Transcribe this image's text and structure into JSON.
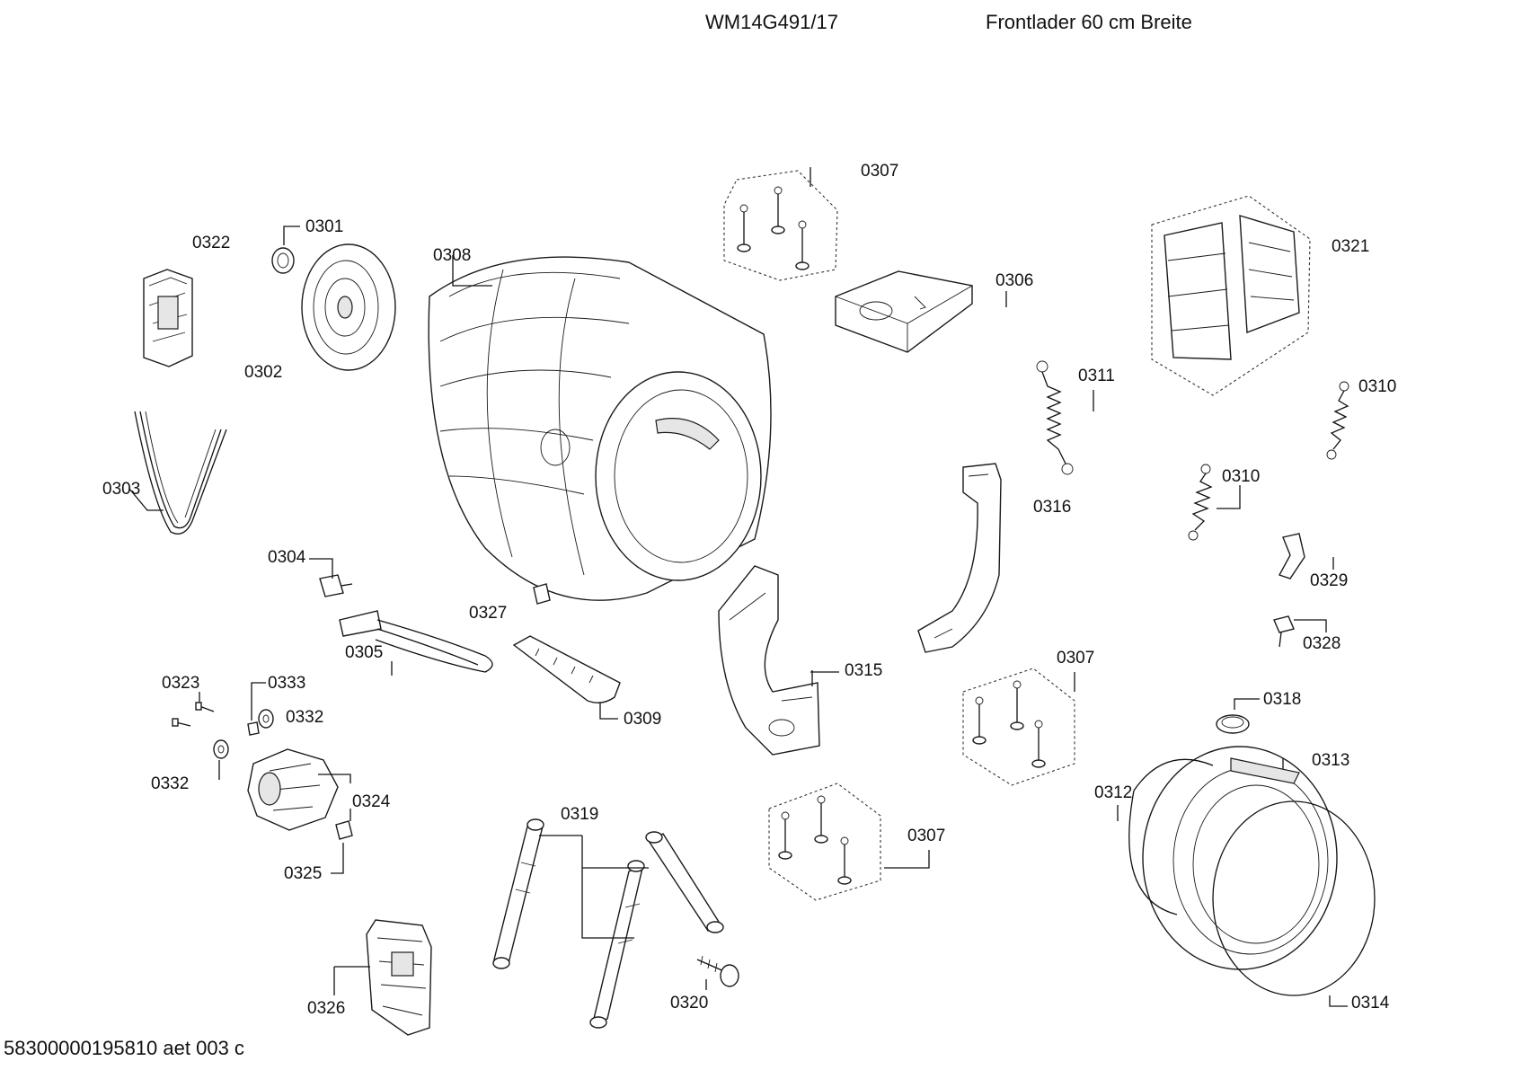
{
  "header": {
    "model": "WM14G491/17",
    "description": "Frontlader 60 cm Breite"
  },
  "footer": {
    "document_id": "58300000195810 aet 003 c"
  },
  "callouts": {
    "c0301": "0301",
    "c0302": "0302",
    "c0303": "0303",
    "c0304": "0304",
    "c0305": "0305",
    "c0306": "0306",
    "c0307_top": "0307",
    "c0307_mid": "0307",
    "c0307_low": "0307",
    "c0308": "0308",
    "c0309": "0309",
    "c0310_a": "0310",
    "c0310_b": "0310",
    "c0311": "0311",
    "c0312": "0312",
    "c0313": "0313",
    "c0314": "0314",
    "c0315": "0315",
    "c0316": "0316",
    "c0318": "0318",
    "c0319": "0319",
    "c0320": "0320",
    "c0321": "0321",
    "c0322": "0322",
    "c0323": "0323",
    "c0324": "0324",
    "c0325": "0325",
    "c0326": "0326",
    "c0327": "0327",
    "c0328": "0328",
    "c0329": "0329",
    "c0332_a": "0332",
    "c0332_b": "0332",
    "c0333": "0333"
  }
}
